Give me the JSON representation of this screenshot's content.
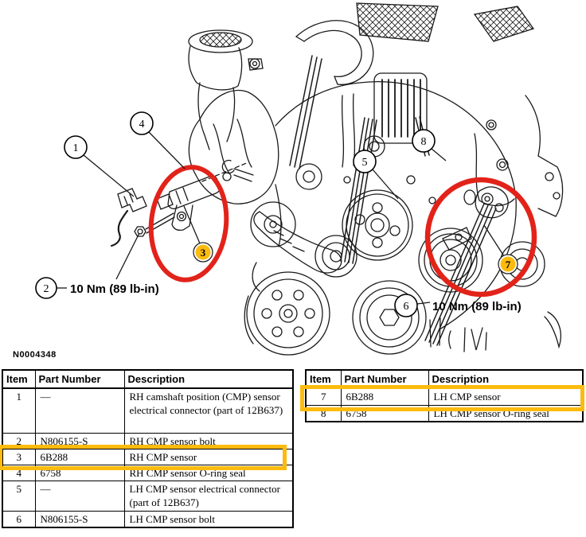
{
  "figure_label": "N0004348",
  "diagram": {
    "torque_note_left": "10 Nm (89 lb-in)",
    "torque_note_right": "10 Nm (89 lb-in)",
    "callouts": [
      {
        "number": "1"
      },
      {
        "number": "2"
      },
      {
        "number": "4"
      },
      {
        "number": "5"
      },
      {
        "number": "6"
      },
      {
        "number": "8"
      }
    ],
    "badges": [
      {
        "number": "3"
      },
      {
        "number": "7"
      }
    ],
    "colors": {
      "highlight_yellow": "#FCBB0E",
      "highlight_red": "#E2231A",
      "line_art": "#1a1a1a"
    }
  },
  "tables": {
    "left": {
      "headers": [
        "Item",
        "Part Number",
        "Description"
      ],
      "rows": [
        {
          "item": "1",
          "part": "—",
          "desc": "RH camshaft position (CMP) sensor electrical connector (part of 12B637)"
        },
        {
          "item": "2",
          "part": "N806155-S",
          "desc": "RH CMP sensor bolt"
        },
        {
          "item": "3",
          "part": "6B288",
          "desc": "RH CMP sensor"
        },
        {
          "item": "4",
          "part": "6758",
          "desc": "RH CMP sensor O-ring seal"
        },
        {
          "item": "5",
          "part": "—",
          "desc": "LH CMP sensor electrical connector (part of 12B637)"
        },
        {
          "item": "6",
          "part": "N806155-S",
          "desc": "LH CMP sensor bolt"
        }
      ]
    },
    "right": {
      "headers": [
        "Item",
        "Part Number",
        "Description"
      ],
      "rows": [
        {
          "item": "7",
          "part": "6B288",
          "desc": "LH CMP sensor"
        },
        {
          "item": "8",
          "part": "6758",
          "desc": "LH CMP sensor O-ring seal"
        }
      ]
    }
  }
}
